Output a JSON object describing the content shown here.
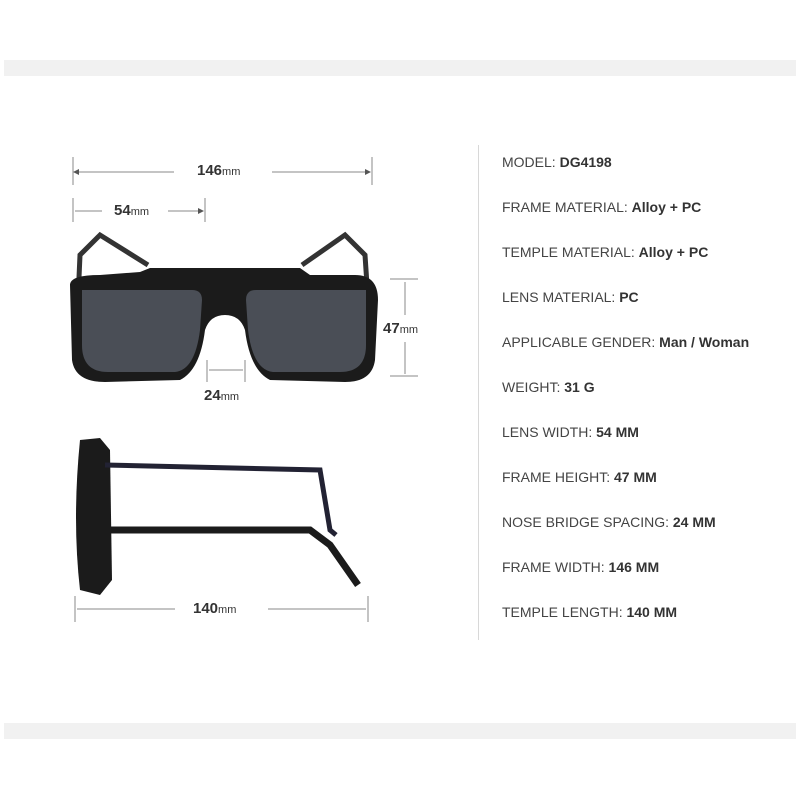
{
  "dimensions": {
    "frame_width": {
      "value": "146",
      "unit": "mm"
    },
    "lens_width": {
      "value": "54",
      "unit": "mm"
    },
    "frame_height": {
      "value": "47",
      "unit": "mm"
    },
    "bridge": {
      "value": "24",
      "unit": "mm"
    },
    "temple_length": {
      "value": "140",
      "unit": "mm"
    }
  },
  "specs": [
    {
      "label": "MODEL: ",
      "value": "DG4198"
    },
    {
      "label": "FRAME MATERIAL: ",
      "value": "Alloy + PC"
    },
    {
      "label": "TEMPLE MATERIAL: ",
      "value": "Alloy + PC"
    },
    {
      "label": "LENS MATERIAL: ",
      "value": "PC"
    },
    {
      "label": "APPLICABLE GENDER: ",
      "value": "Man / Woman"
    },
    {
      "label": "WEIGHT: ",
      "value": "31 G"
    },
    {
      "label": "LENS WIDTH: ",
      "value": "54 MM"
    },
    {
      "label": "FRAME HEIGHT: ",
      "value": "47 MM"
    },
    {
      "label": "NOSE BRIDGE SPACING: ",
      "value": "24 MM"
    },
    {
      "label": "FRAME WIDTH: ",
      "value": "146 MM"
    },
    {
      "label": "TEMPLE LENGTH: ",
      "value": "140 MM"
    }
  ]
}
